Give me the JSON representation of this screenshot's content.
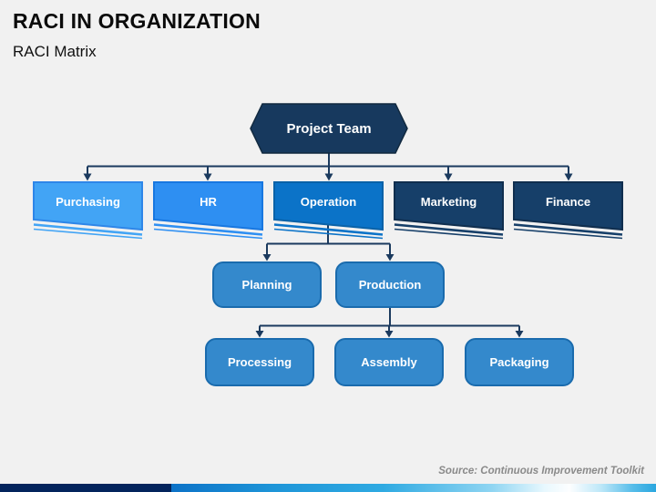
{
  "slide": {
    "title": "RACI IN ORGANIZATION",
    "subtitle": "RACI Matrix",
    "source_credit": "Source: Continuous Improvement Toolkit"
  },
  "diagram": {
    "root": {
      "label": "Project Team",
      "fill": "#17395E",
      "stroke": "#11293F"
    },
    "departments": [
      {
        "label": "Purchasing",
        "fill": "#42A4F5",
        "stroke": "#2E86E8"
      },
      {
        "label": "HR",
        "fill": "#2E8FF2",
        "stroke": "#1877E0"
      },
      {
        "label": "Operation",
        "fill": "#0B73C8",
        "stroke": "#0A62A8"
      },
      {
        "label": "Marketing",
        "fill": "#163F69",
        "stroke": "#102E4E"
      },
      {
        "label": "Finance",
        "fill": "#163F69",
        "stroke": "#102E4E"
      }
    ],
    "operation_children": [
      {
        "label": "Planning"
      },
      {
        "label": "Production"
      }
    ],
    "production_children": [
      {
        "label": "Processing"
      },
      {
        "label": "Assembly"
      },
      {
        "label": "Packaging"
      }
    ]
  },
  "colors": {
    "background": "#F1F1F1",
    "connector": "#1B3A5E",
    "child_node_fill": "#3489CC",
    "child_node_border": "#1A6BAD",
    "bar_navy": "#03245C",
    "bar_blue": "#0C72C7",
    "bar_highlight": "#FDFEFF",
    "bar_right": "#2BA7DF"
  }
}
